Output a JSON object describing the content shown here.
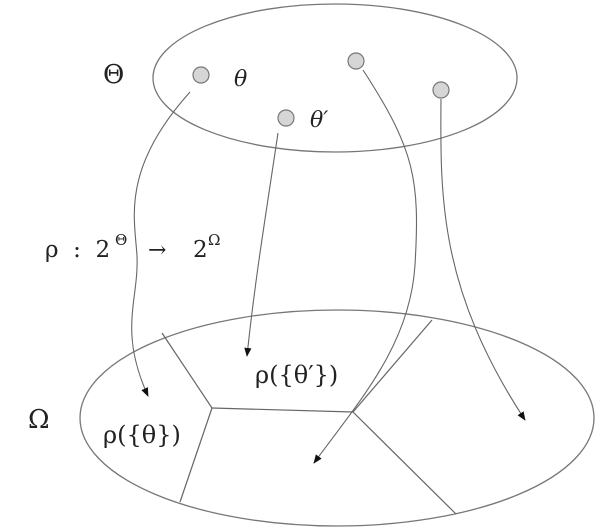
{
  "theta_set": {
    "symbol": "Θ",
    "elements": [
      {
        "label": "θ"
      },
      {
        "label": "θ′"
      },
      {
        "label": ""
      },
      {
        "label": ""
      }
    ]
  },
  "omega_set": {
    "symbol": "Ω",
    "cells": [
      {
        "label": "ρ({θ})"
      },
      {
        "label": "ρ({θ′})"
      }
    ]
  },
  "mapping": {
    "prefix": "ρ  :  2",
    "dom_exp": "Θ",
    "arrow": "→",
    "codom_base": "2",
    "codom_exp": "Ω"
  },
  "colors": {
    "stroke": "#666666",
    "point_fill": "#d6d6d6"
  }
}
